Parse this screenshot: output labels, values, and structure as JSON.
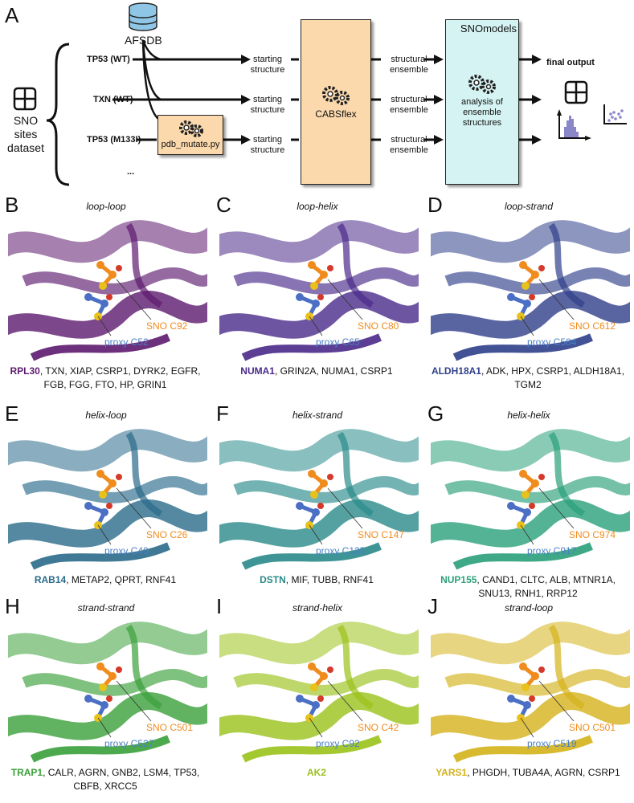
{
  "panelA": {
    "letter": "A",
    "db_label": "AFSDB",
    "dataset_label": "SNO sites dataset",
    "proteins": [
      "TP53 (WT)",
      "TXN (WT)",
      "TP53 (M133I)",
      "..."
    ],
    "mutate_label": "pdb_mutate.py",
    "starting_label": "starting structure",
    "cabsflex_label": "CABSflex",
    "ensemble_label": "structural ensemble",
    "snomodels_title": "SNOmodels",
    "analysis_label": "analysis of ensemble structures",
    "final_output_label": "final output",
    "colors": {
      "cabsflex_box": "#fbd9ad",
      "snomodels_box": "#d6f3f3",
      "mutate_box": "#fbd9ad",
      "db_icon": "#8fc6e6",
      "hist": "#8b86c8"
    }
  },
  "panels": [
    {
      "letter": "B",
      "title": "loop-loop",
      "sno_label": "SNO C92",
      "proxy_label": "proxy C52",
      "caption_bold": "RPL30",
      "caption_rest": "TXN, XIAP, CSRP1, DYRK2, EGFR, FGB, FGG, FTO, HP, GRIN1",
      "color": "#5c1a6e"
    },
    {
      "letter": "C",
      "title": "loop-helix",
      "sno_label": "SNO C80",
      "proxy_label": "proxy C65",
      "caption_bold": "NUMA1",
      "caption_rest": "GRIN2A, NUMA1, CSRP1",
      "color": "#4a2a8a"
    },
    {
      "letter": "D",
      "title": "loop-strand",
      "sno_label": "SNO C612",
      "proxy_label": "proxy C584",
      "caption_bold": "ALDH18A1",
      "caption_rest": "ADK, HPX, CSRP1, ALDH18A1, TGM2",
      "color": "#2f3f8a"
    },
    {
      "letter": "E",
      "title": "helix-loop",
      "sno_label": "SNO C26",
      "proxy_label": "proxy C40",
      "caption_bold": "RAB14",
      "caption_rest": "METAP2, QPRT, RNF41",
      "color": "#2a6a8a"
    },
    {
      "letter": "F",
      "title": "helix-strand",
      "sno_label": "SNO C147",
      "proxy_label": "proxy C135",
      "caption_bold": "DSTN",
      "caption_rest": "MIF, TUBB, RNF41",
      "color": "#2a8a8a"
    },
    {
      "letter": "G",
      "title": "helix-helix",
      "sno_label": "SNO C974",
      "proxy_label": "proxy C917",
      "caption_bold": "NUP155",
      "caption_rest": "CAND1, CLTC, ALB, MTNR1A, SNU13, RNH1, RRP12",
      "color": "#2aa07a"
    },
    {
      "letter": "H",
      "title": "strand-strand",
      "sno_label": "SNO C501",
      "proxy_label": "proxy C527",
      "caption_bold": "TRAP1",
      "caption_rest": "CALR, AGRN, GNB2, LSM4, TP53, CBFB, XRCC5",
      "color": "#3aa03a"
    },
    {
      "letter": "I",
      "title": "strand-helix",
      "sno_label": "SNO C42",
      "proxy_label": "proxy C92",
      "caption_bold": "AK2",
      "caption_rest": "",
      "color": "#9ac21a"
    },
    {
      "letter": "J",
      "title": "strand-loop",
      "sno_label": "SNO C501",
      "proxy_label": "proxy C519",
      "caption_bold": "YARS1",
      "caption_rest": "PHGDH, TUBA4A, AGRN, CSRP1",
      "color": "#d4b21a"
    }
  ]
}
